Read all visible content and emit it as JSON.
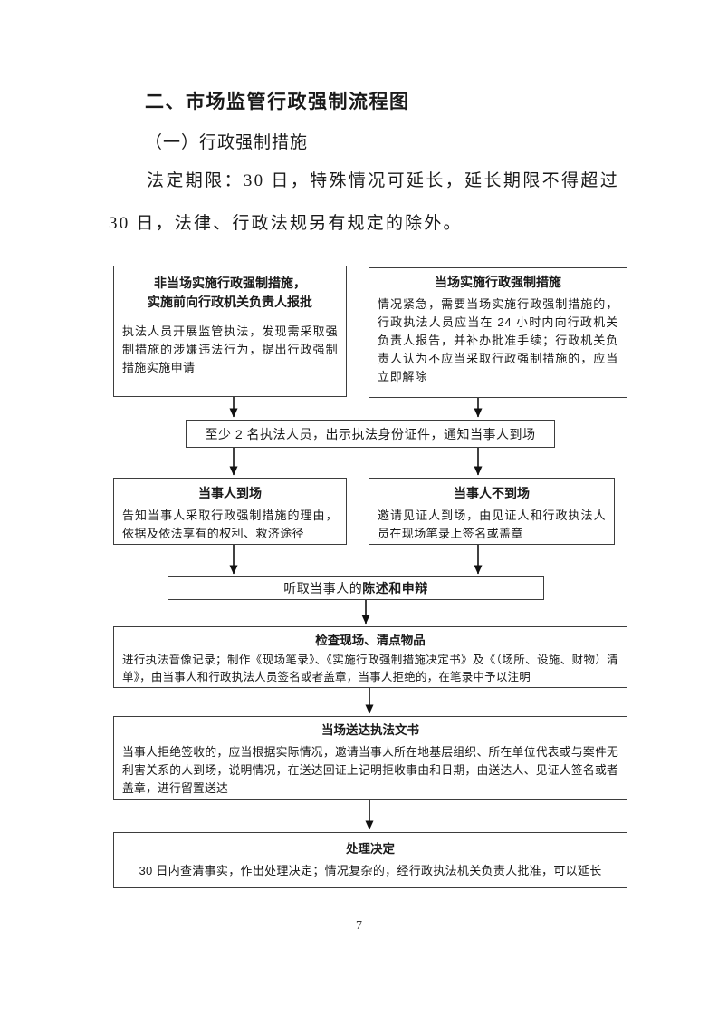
{
  "page": {
    "heading": "二、市场监管行政强制流程图",
    "subheading": "（一）行政强制措施",
    "intro": "法定期限：30 日，特殊情况可延长，延长期限不得超过 30 日，法律、行政法规另有规定的除外。",
    "page_number": "7"
  },
  "flowchart": {
    "offsite": {
      "title_line1": "非当场实施行政强制措施，",
      "title_line2": "实施前向行政机关负责人报批",
      "body": "执法人员开展监管执法，发现需采取强制措施的涉嫌违法行为，提出行政强制措施实施申请"
    },
    "onsite": {
      "title": "当场实施行政强制措施",
      "body": "情况紧急，需要当场实施行政强制措施的，行政执法人员应当在 24 小时内向行政机关负责人报告，并补办批准手续；行政机关负责人认为不应当采取行政强制措施的，应当立即解除"
    },
    "notify_bar": "至少 2 名执法人员，出示执法身份证件，通知当事人到场",
    "present": {
      "title": "当事人到场",
      "body": "告知当事人采取行政强制措施的理由，依据及依法享有的权利、救济途径"
    },
    "absent": {
      "title": "当事人不到场",
      "body": "邀请见证人到场，由见证人和行政执法人员在现场笔录上签名或盖章"
    },
    "listen_bar": {
      "prefix": "听取当事人的",
      "emphasis": "陈述和申辩"
    },
    "inspect": {
      "title": "检查现场、清点物品",
      "body": "进行执法音像记录；制作《现场笔录》、《实施行政强制措施决定书》及《（场所、设施、财物）清单》，由当事人和行政执法人员签名或者盖章，当事人拒绝的，在笔录中予以注明"
    },
    "deliver": {
      "title": "当场送达执法文书",
      "body": "当事人拒绝签收的，应当根据实际情况，邀请当事人所在地基层组织、所在单位代表或与案件无利害关系的人到场，说明情况，在送达回证上记明拒收事由和日期，由送达人、见证人签名或者盖章，进行留置送达"
    },
    "decision": {
      "title": "处理决定",
      "body": "30 日内查清事实，作出处理决定；情况复杂的，经行政执法机关负责人批准，可以延长"
    }
  },
  "colors": {
    "border": "#3d3d3d",
    "text": "#1a1a1a"
  }
}
